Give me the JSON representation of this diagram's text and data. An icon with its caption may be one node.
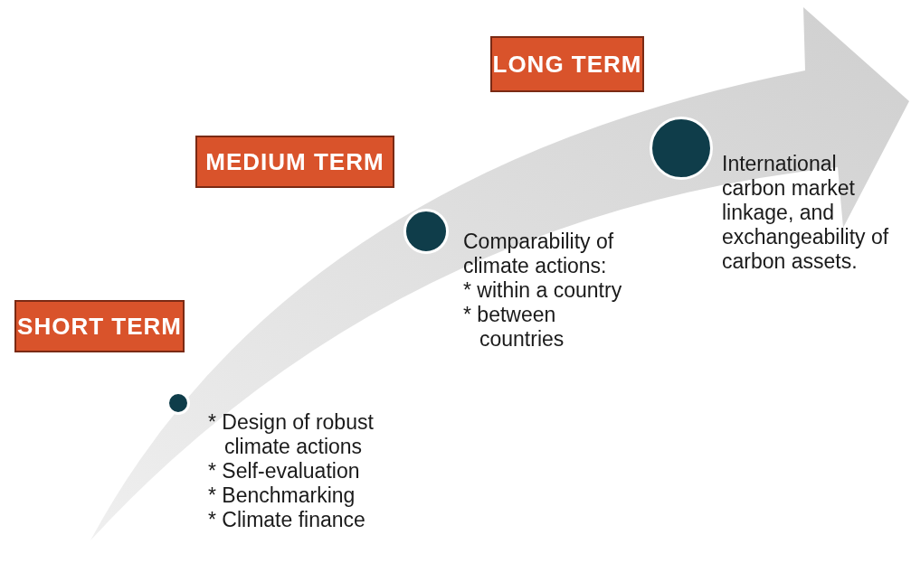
{
  "diagram": {
    "nodes": [
      {
        "text": [
          "SHORT TERM"
        ]
      },
      {
        "text": [],
        "shape": "circle",
        "beside": [
          "* Design of robust climate actions",
          "* Self-evaluation",
          "* Benchmarking",
          "* Climate finance"
        ]
      },
      {
        "text": [
          "MEDIUM TERM"
        ]
      },
      {
        "text": [],
        "shape": "circle",
        "beside": [
          "Comparability of climate actions:",
          "* within a country",
          "* between countries"
        ]
      },
      {
        "text": [
          "LONG TERM"
        ]
      },
      {
        "text": [],
        "shape": "circle",
        "beside": [
          "International carbon market linkage, and exchangeability of carbon assets."
        ]
      }
    ],
    "edges": []
  }
}
